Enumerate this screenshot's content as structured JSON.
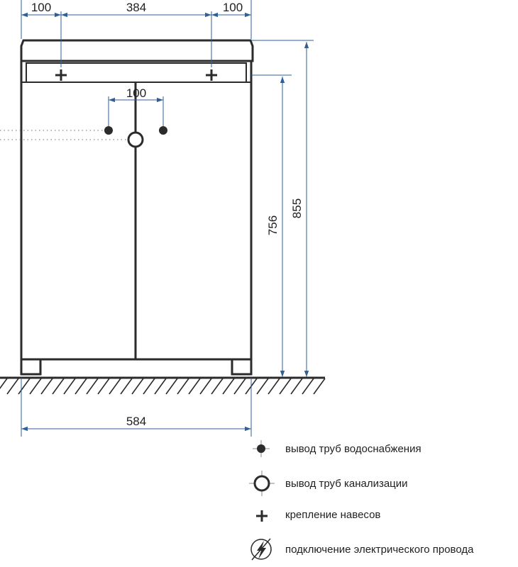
{
  "colors": {
    "outline": "#2b2b2b",
    "dimension": "#2d5f99",
    "text": "#1f1f1f",
    "guide": "#8a8a8a",
    "floor": "#2b2b2b"
  },
  "dimensions": {
    "top_left_offset": "100",
    "top_center_span": "384",
    "top_right_offset": "100",
    "pipe_spacing": "100",
    "body_height": "756",
    "total_height": "855",
    "total_width": "584"
  },
  "legend": [
    {
      "icon": "water-supply-dot-icon",
      "label": "вывод труб водоснабжения"
    },
    {
      "icon": "drain-circle-icon",
      "label": "вывод труб канализации"
    },
    {
      "icon": "mount-cross-icon",
      "label": "крепление навесов"
    },
    {
      "icon": "electric-bolt-icon",
      "label": "подключение электрического провода"
    }
  ]
}
